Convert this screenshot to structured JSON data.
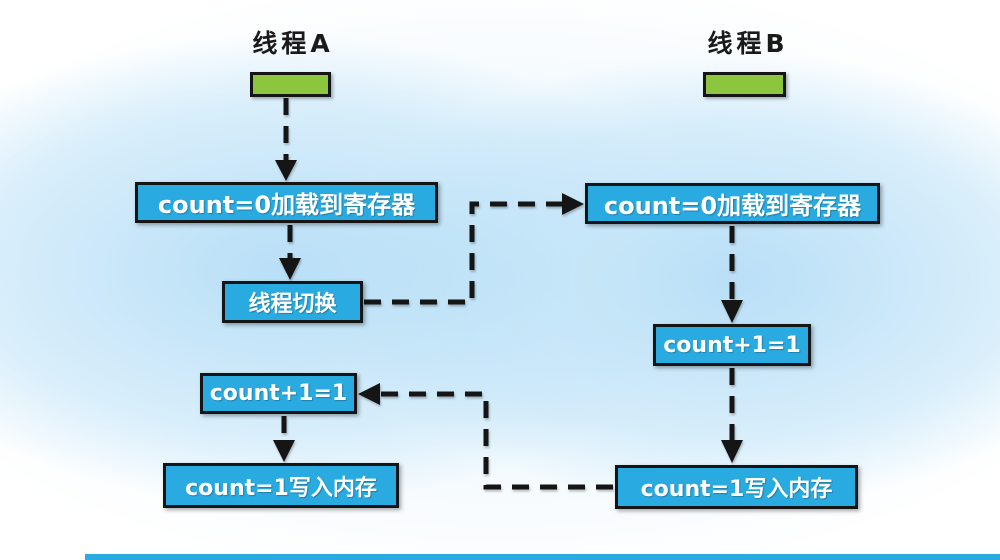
{
  "diagram": {
    "type": "flowchart",
    "topic": "two-thread race condition on shared counter",
    "colors": {
      "node_fill": "#29abe2",
      "thread_marker_fill": "#8cc63f",
      "border": "#151515",
      "node_text": "#ffffff",
      "label_text": "#1a1a1a",
      "background_glow": "#c6e6f9",
      "bottom_strip": "#29abe2"
    },
    "thread_a": {
      "label": "线程A"
    },
    "thread_b": {
      "label": "线程B"
    },
    "nodes": {
      "a_load": "count=0加载到寄存器",
      "a_switch": "线程切换",
      "a_add": "count+1=1",
      "a_write": "count=1写入内存",
      "b_load": "count=0加载到寄存器",
      "b_add": "count+1=1",
      "b_write": "count=1写入内存"
    },
    "edges": [
      "thread-a-marker -> a_load",
      "a_load -> a_switch",
      "a_switch -> b_load",
      "b_load -> b_add",
      "b_add -> b_write",
      "b_write -> a_add",
      "a_add -> a_write"
    ]
  }
}
